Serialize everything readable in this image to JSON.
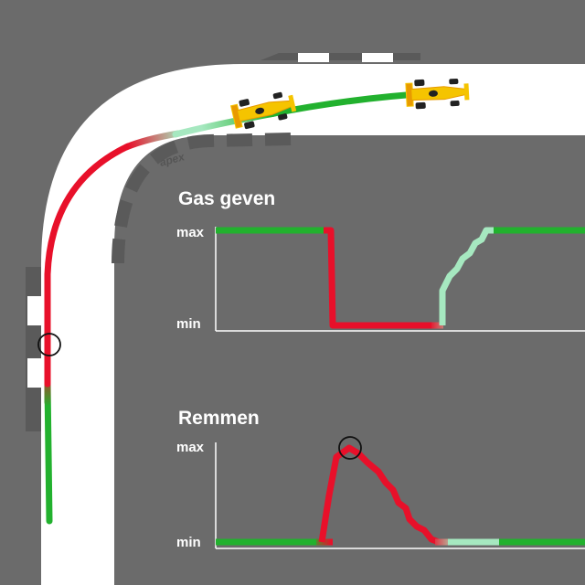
{
  "labels": {
    "apex": "apex",
    "throttle_title": "Gas geven",
    "brake_title": "Remmen",
    "max": "max",
    "min": "min"
  },
  "colors": {
    "asphalt": "#6b6b6b",
    "track": "#ffffff",
    "kerb_dark": "#5a5a5a",
    "red": "#e8102a",
    "green": "#22b12e",
    "light_green": "#a6e8c0",
    "car_yellow": "#f5c400",
    "car_orange": "#e89a00"
  },
  "icons": {
    "car": "race-car-icon",
    "marker": "circle-marker-icon"
  }
}
